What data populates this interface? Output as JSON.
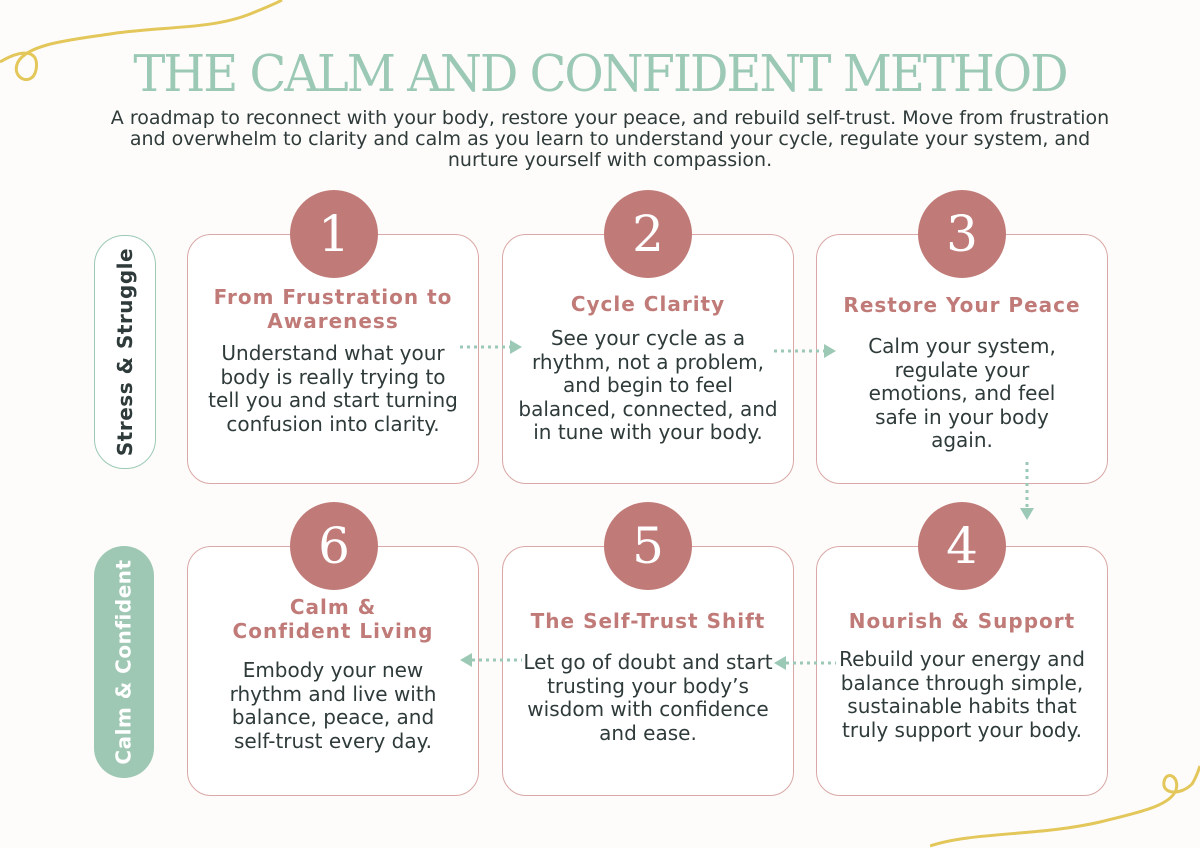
{
  "title": "THE CALM AND CONFIDENT METHOD",
  "subtitle": "A roadmap to reconnect with your body, restore your peace, and rebuild self-trust. Move from frustration and overwhelm to clarity and calm as you learn to understand your cycle, regulate your system, and nurture yourself with compassion.",
  "side_labels": {
    "top": "Stress & Struggle",
    "bottom": "Calm & Confident"
  },
  "steps": [
    {
      "number": "1",
      "title": "From Frustration to Awareness",
      "body": "Understand what your body is really trying to tell you and start turning confusion into clarity."
    },
    {
      "number": "2",
      "title": "Cycle Clarity",
      "body": "See your cycle as a rhythm, not a problem, and begin to feel balanced, connected, and in tune with your body."
    },
    {
      "number": "3",
      "title": "Restore Your Peace",
      "body": "Calm your system, regulate your emotions, and feel safe in your body again."
    },
    {
      "number": "4",
      "title": "Nourish & Support",
      "body": "Rebuild your energy and balance through simple, sustainable habits that truly support your body."
    },
    {
      "number": "5",
      "title": "The Self-Trust Shift",
      "body": "Let go of doubt and start trusting your body’s wisdom with confidence and ease."
    },
    {
      "number": "6",
      "title": "Calm & Confident Living",
      "body": "Embody your new rhythm and live with balance, peace, and self-trust every day."
    }
  ],
  "colors": {
    "accent": "#c07b78",
    "mint": "#9cc9b5",
    "text": "#2f3b3a",
    "gold": "#e3c75a"
  }
}
